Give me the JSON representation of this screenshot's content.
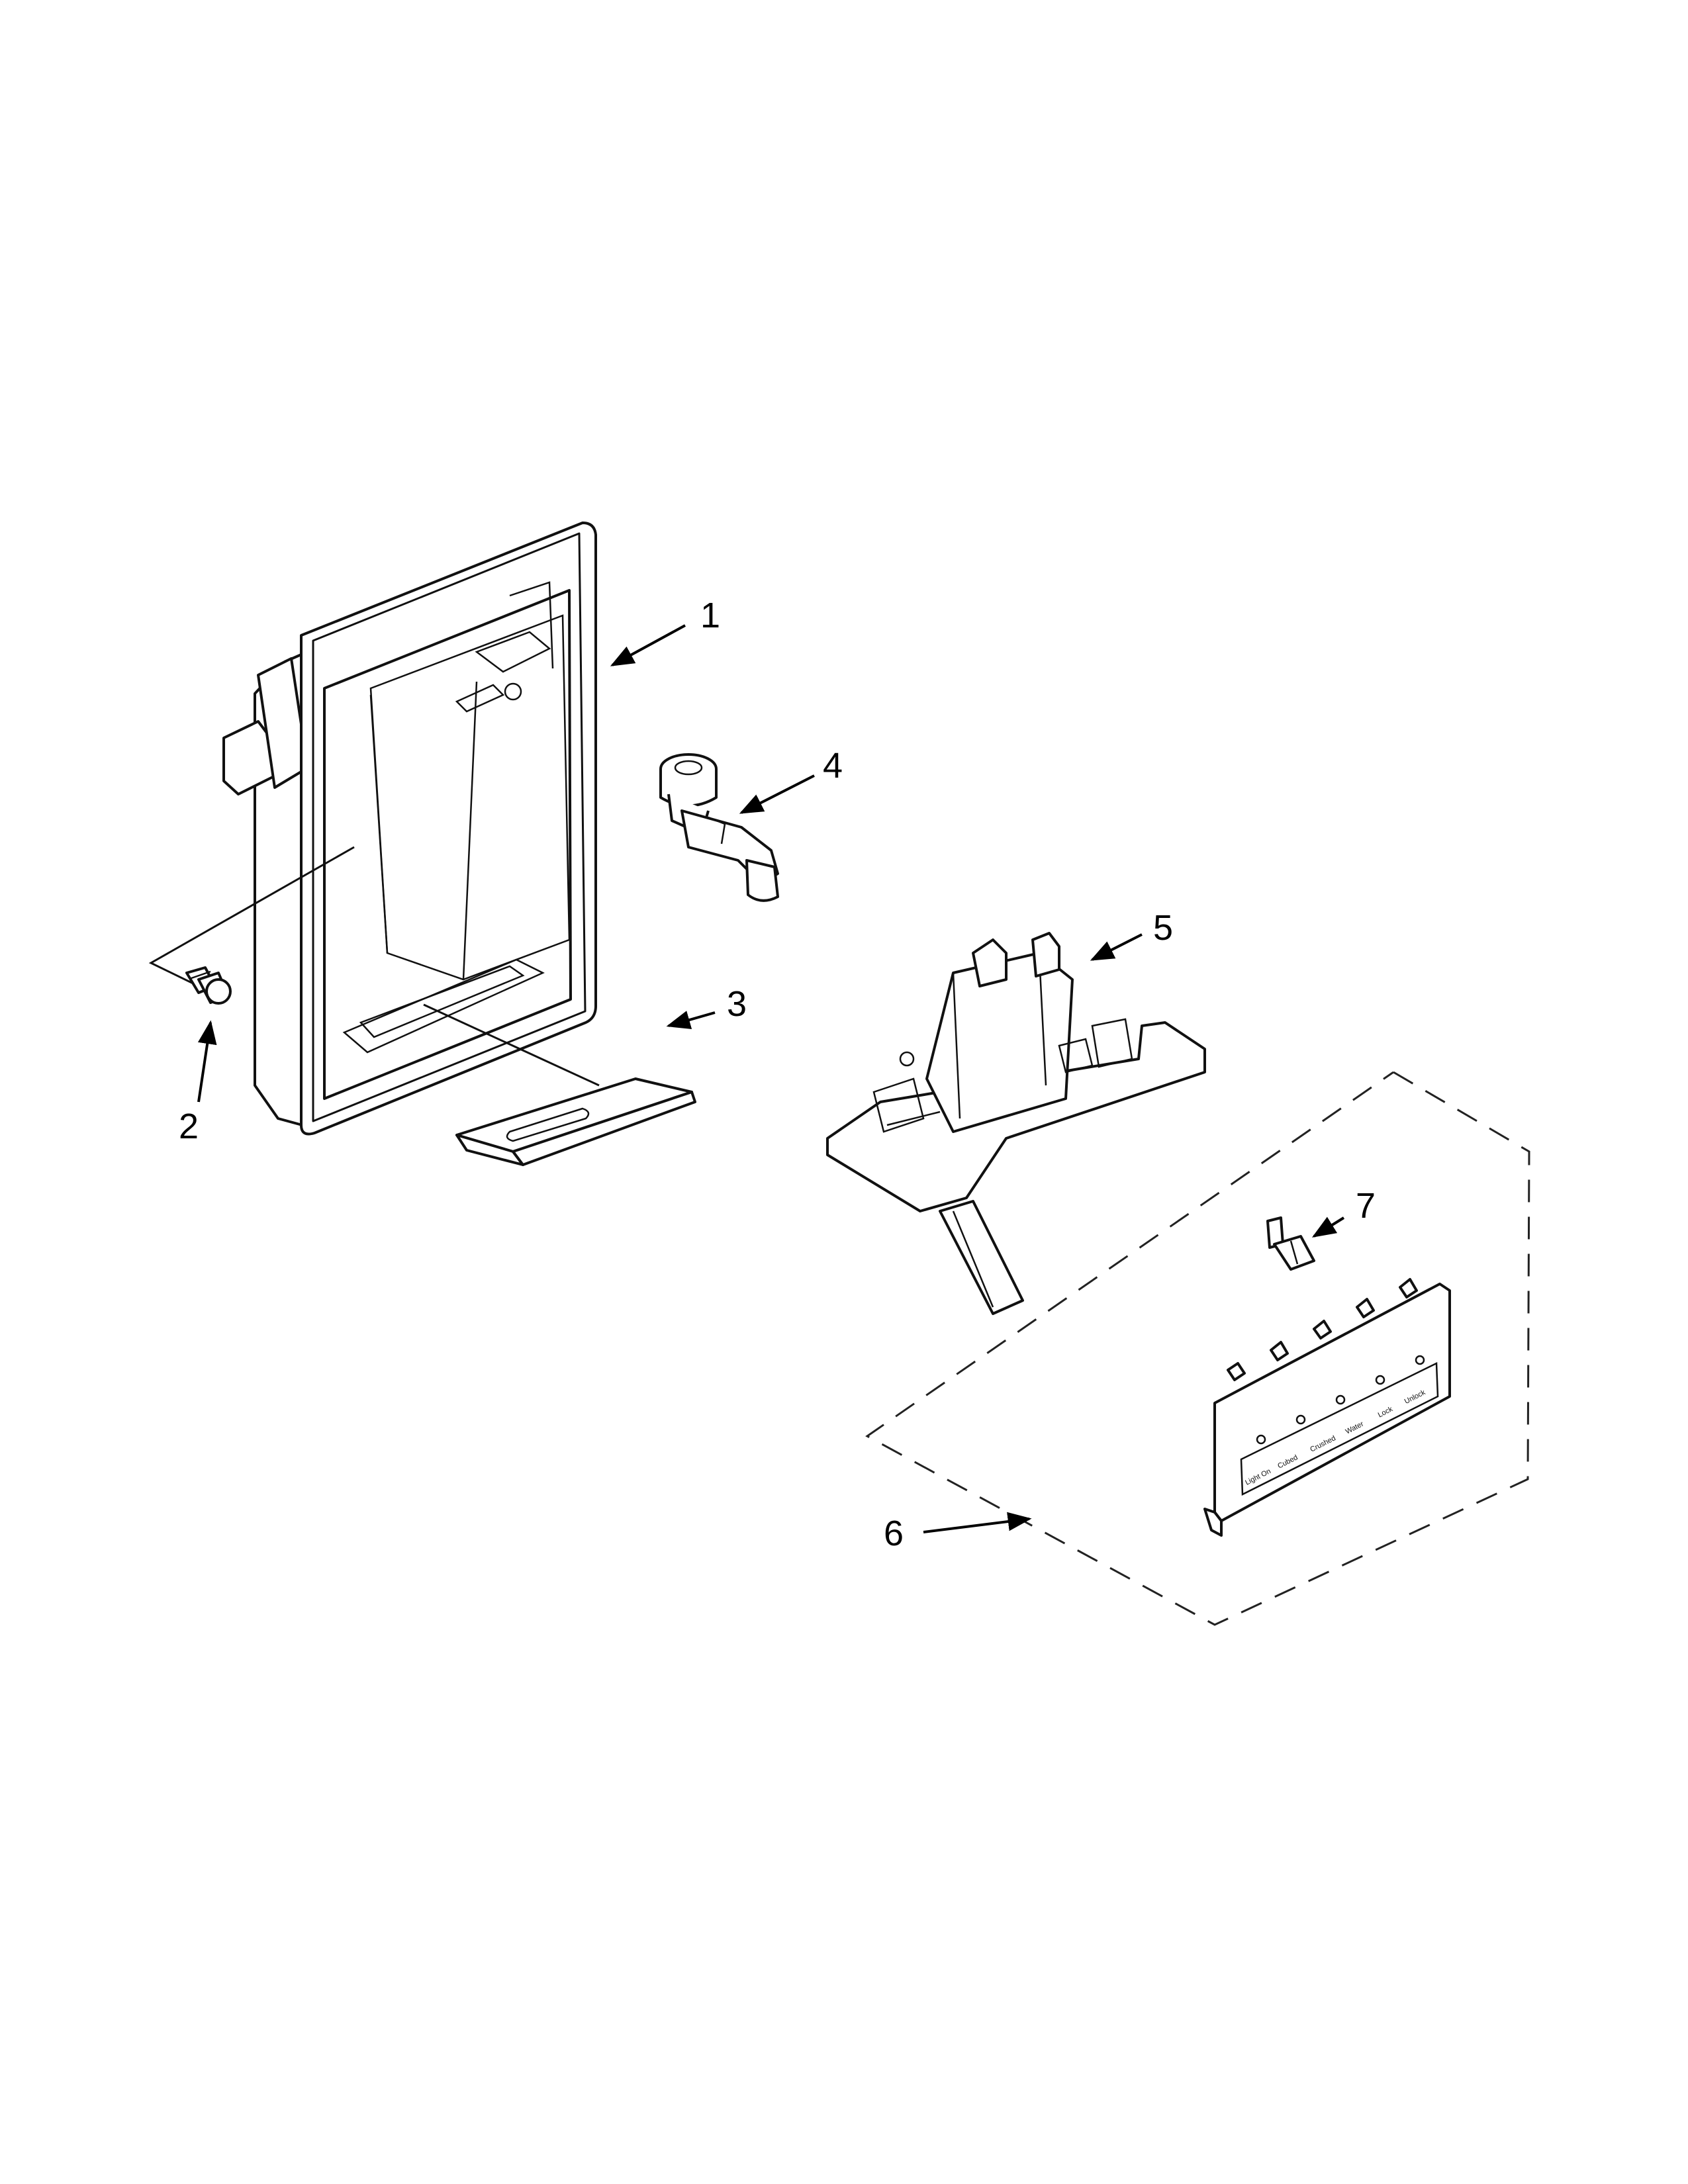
{
  "callouts": [
    {
      "id": "1",
      "label": "1"
    },
    {
      "id": "2",
      "label": "2"
    },
    {
      "id": "3",
      "label": "3"
    },
    {
      "id": "4",
      "label": "4"
    },
    {
      "id": "5",
      "label": "5"
    },
    {
      "id": "6",
      "label": "6"
    },
    {
      "id": "7",
      "label": "7"
    }
  ],
  "control_panel": {
    "button_labels": [
      "Light On",
      "Cubed",
      "Crushed",
      "Water",
      "Lock",
      "Unlock"
    ]
  }
}
